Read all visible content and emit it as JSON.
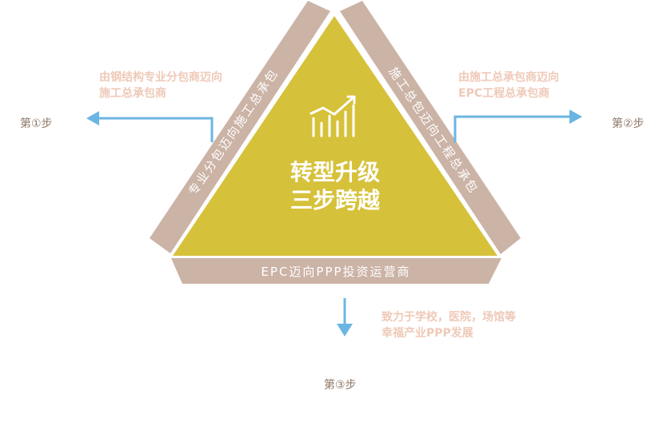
{
  "center": {
    "line1": "转型升级",
    "line2": "三步跨越"
  },
  "bands": {
    "left": "专业分包迈向施工总承包",
    "right": "施工总包迈向工程总承包",
    "bottom": "EPC迈向PPP投资运营商"
  },
  "notes": {
    "left": [
      "由钢结构专业分包商迈向",
      "施工总承包商"
    ],
    "right": [
      "由施工总承包商迈向",
      "EPC工程总承包商"
    ],
    "bottom": [
      "致力于学校，医院，场馆等",
      "幸福产业PPP发展"
    ]
  },
  "steps": {
    "one": "第①步",
    "two": "第②步",
    "three": "第③步"
  },
  "icon": "growth-chart-icon",
  "colors": {
    "triangle": "#d6c13a",
    "band": "#cbb3a6",
    "arrow": "#6cb5e2",
    "note": "#efc9b7",
    "step": "#8f7766"
  }
}
